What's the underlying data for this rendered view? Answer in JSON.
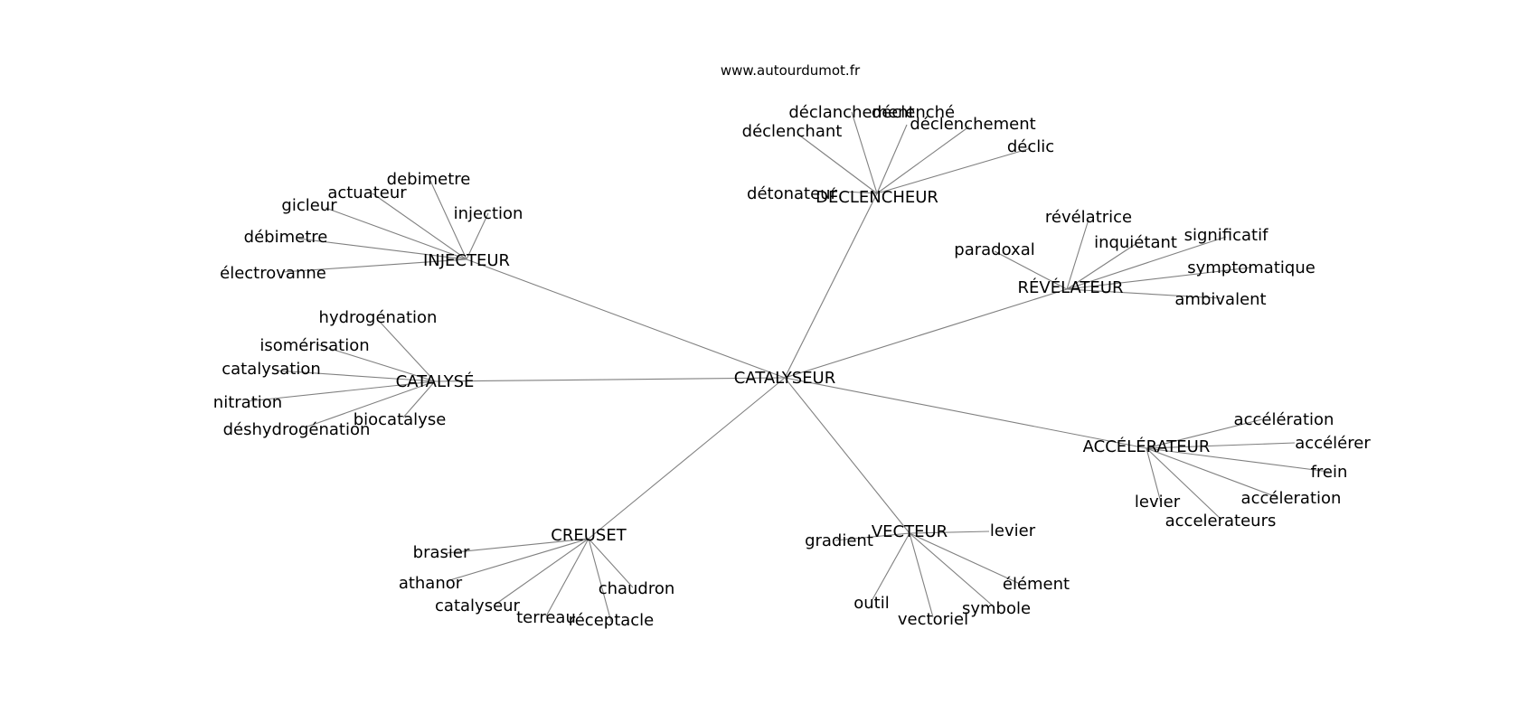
{
  "site": "www.autourdumot.fr",
  "center": "CATALYSEUR",
  "clusters": [
    {
      "hub": "DÉCLENCHEUR",
      "leaves": [
        "déclanchement",
        "déclenché",
        "déclenchant",
        "déclenchement",
        "déclic",
        "détonateur"
      ]
    },
    {
      "hub": "INJECTEUR",
      "leaves": [
        "debimetre",
        "actuateur",
        "gicleur",
        "injection",
        "débimetre",
        "électrovanne"
      ]
    },
    {
      "hub": "RÉVÉLATEUR",
      "leaves": [
        "révélatrice",
        "inquiétant",
        "significatif",
        "paradoxal",
        "symptomatique",
        "ambivalent"
      ]
    },
    {
      "hub": "CATALYSÉ",
      "leaves": [
        "hydrogénation",
        "isomérisation",
        "catalysation",
        "nitration",
        "biocatalyse",
        "déshydrogénation"
      ]
    },
    {
      "hub": "ACCÉLÉRATEUR",
      "leaves": [
        "accélération",
        "accélérer",
        "frein",
        "accéleration",
        "levier",
        "accelerateurs"
      ]
    },
    {
      "hub": "CREUSET",
      "leaves": [
        "brasier",
        "athanor",
        "catalyseur",
        "terreau",
        "réceptacle",
        "chaudron"
      ]
    },
    {
      "hub": "VECTEUR",
      "leaves": [
        "gradient",
        "levier",
        "élément",
        "symbole",
        "vectoriel",
        "outil"
      ]
    }
  ]
}
